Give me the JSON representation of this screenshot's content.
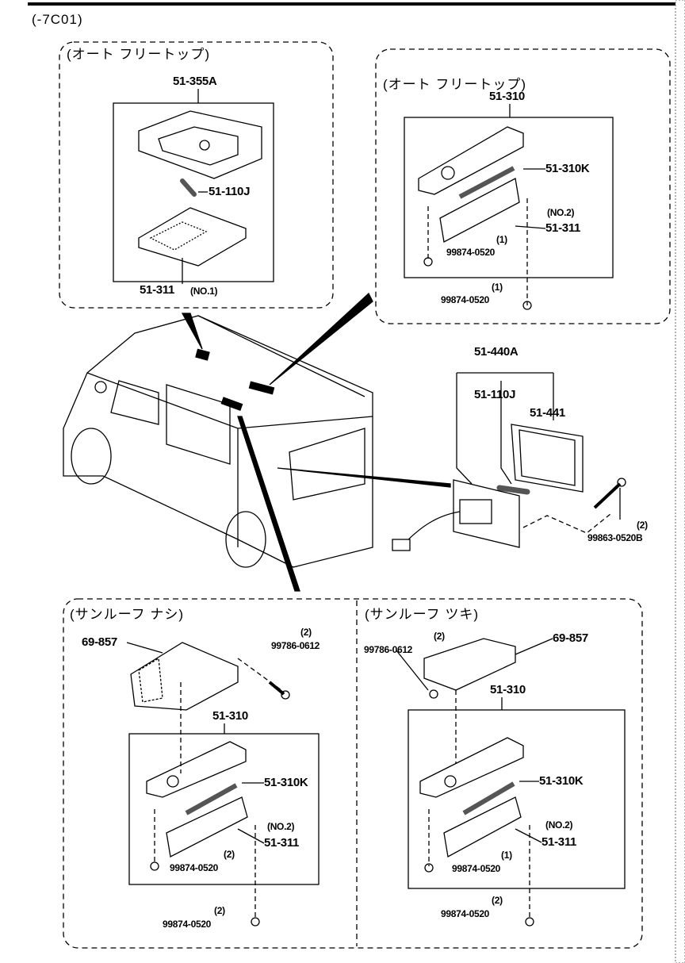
{
  "header": {
    "code": "(-7C01)"
  },
  "panels": {
    "auto_free_top_left": {
      "title": "(オート フリートップ)",
      "labels": {
        "assembly": "51-355A",
        "bulb": "51-110J",
        "lens": "51-311",
        "lens_note": "(NO.1)"
      }
    },
    "auto_free_top_right": {
      "title": "(オート フリートップ)",
      "labels": {
        "assembly": "51-310",
        "bulb": "51-310K",
        "lens_note": "(NO.2)",
        "lens": "51-311",
        "screw_qty_inner": "(1)",
        "screw_inner": "99874-0520",
        "screw_qty_outer": "(1)",
        "screw_outer": "99874-0520"
      }
    },
    "rear_lamp": {
      "labels": {
        "assembly": "51-440A",
        "bulb": "51-110J",
        "lens": "51-441",
        "screw_qty": "(2)",
        "screw": "99863-0520B"
      }
    },
    "sunroof_without": {
      "title": "(サンルーフ ナシ)",
      "labels": {
        "bracket": "69-857",
        "bracket_screw_qty": "(2)",
        "bracket_screw": "99786-0612",
        "assembly": "51-310",
        "bulb": "51-310K",
        "lens_note": "(NO.2)",
        "lens": "51-311",
        "screw_qty_inner": "(2)",
        "screw_inner": "99874-0520",
        "screw_qty_outer": "(2)",
        "screw_outer": "99874-0520"
      }
    },
    "sunroof_with": {
      "title": "(サンルーフ ツキ)",
      "labels": {
        "bracket": "69-857",
        "bracket_screw_qty": "(2)",
        "bracket_screw": "99786-0612",
        "assembly": "51-310",
        "bulb": "51-310K",
        "lens_note": "(NO.2)",
        "lens": "51-311",
        "screw_qty_inner": "(1)",
        "screw_inner": "99874-0520",
        "screw_qty_outer": "(2)",
        "screw_outer": "99874-0520"
      }
    }
  }
}
